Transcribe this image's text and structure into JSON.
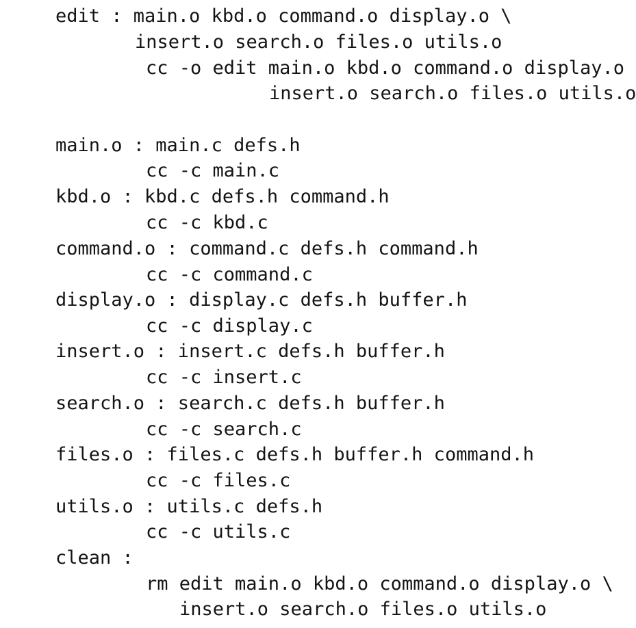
{
  "makefile": {
    "lines": [
      {
        "text": "edit : main.o kbd.o command.o display.o \\"
      },
      {
        "text": "insert.o search.o files.o utils.o"
      },
      {
        "text": "cc -o edit main.o kbd.o command.o display.o \\"
      },
      {
        "text": "insert.o search.o files.o utils.o"
      },
      {
        "text": "main.o : main.c defs.h"
      },
      {
        "text": "cc -c main.c"
      },
      {
        "text": "kbd.o : kbd.c defs.h command.h"
      },
      {
        "text": "cc -c kbd.c"
      },
      {
        "text": "command.o : command.c defs.h command.h"
      },
      {
        "text": "cc -c command.c"
      },
      {
        "text": "display.o : display.c defs.h buffer.h"
      },
      {
        "text": "cc -c display.c"
      },
      {
        "text": "insert.o : insert.c defs.h buffer.h"
      },
      {
        "text": "cc -c insert.c"
      },
      {
        "text": "search.o : search.c defs.h buffer.h"
      },
      {
        "text": "cc -c search.c"
      },
      {
        "text": "files.o : files.c defs.h buffer.h command.h"
      },
      {
        "text": "cc -c files.c"
      },
      {
        "text": "utils.o : utils.c defs.h"
      },
      {
        "text": "cc -c utils.c"
      },
      {
        "text": "clean :"
      },
      {
        "text": "rm edit main.o kbd.o command.o display.o \\"
      },
      {
        "text": "insert.o search.o files.o utils.o"
      }
    ]
  }
}
